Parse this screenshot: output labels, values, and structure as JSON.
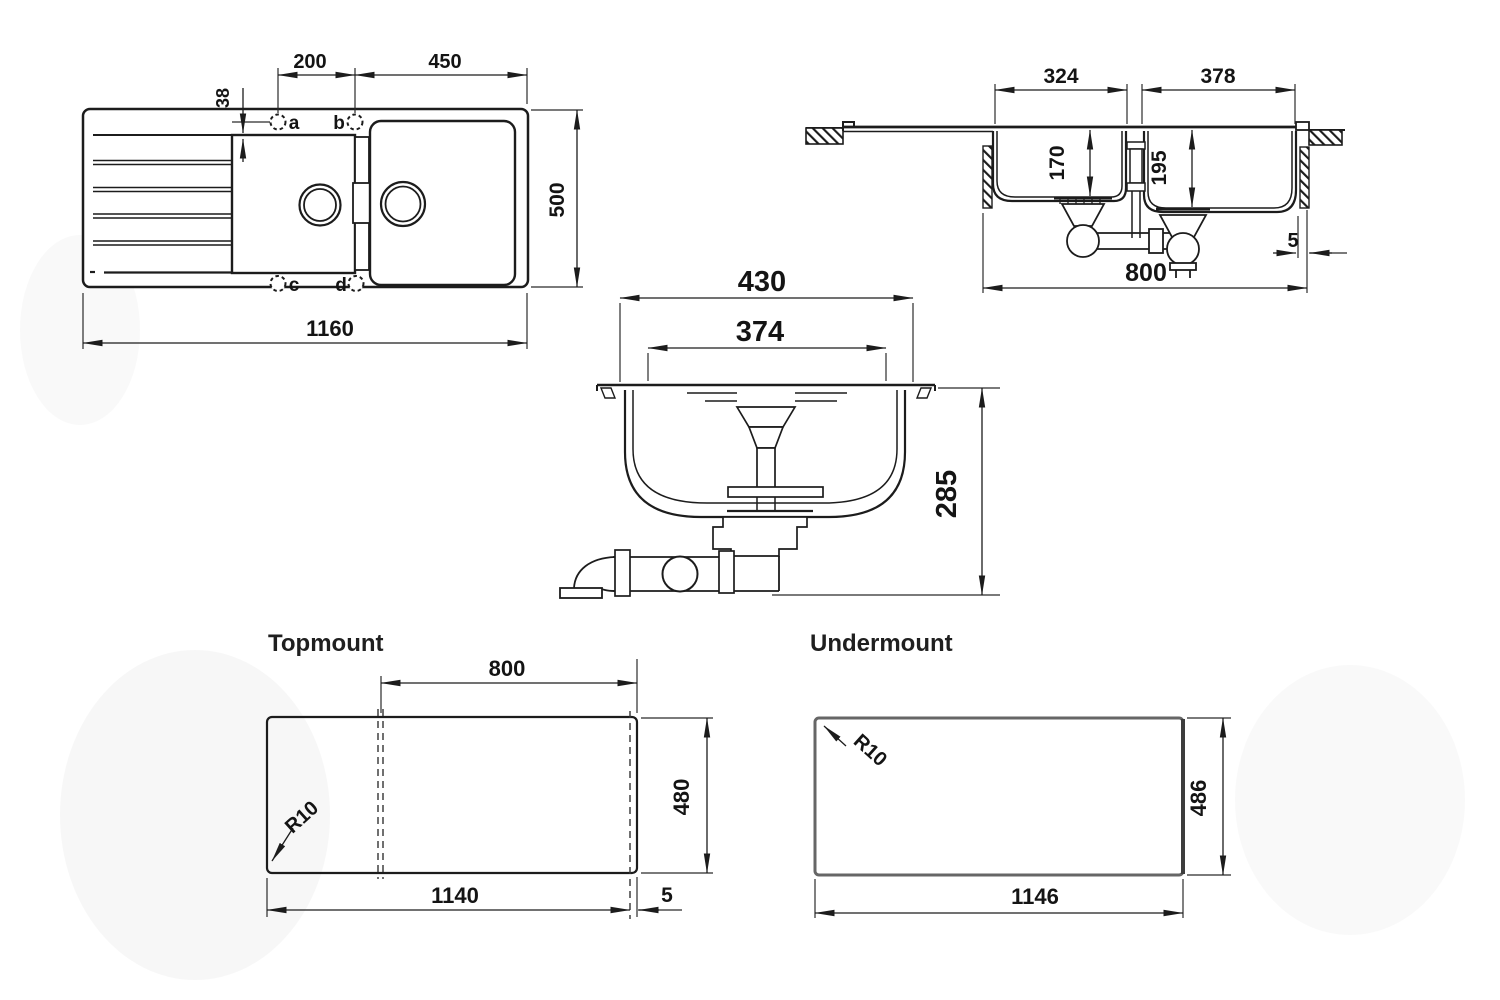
{
  "plan": {
    "dim_hole_spacing": "200",
    "dim_bowl_to_edge": "450",
    "dim_hole_offset": "38",
    "dim_height": "500",
    "dim_total_width": "1160",
    "hole_a": "a",
    "hole_b": "b",
    "hole_c": "c",
    "hole_d": "d"
  },
  "section": {
    "dim_bowl1_width": "324",
    "dim_bowl2_width": "378",
    "dim_bowl1_depth": "170",
    "dim_bowl2_depth": "195",
    "dim_base_width": "800",
    "dim_edge_gap": "5"
  },
  "bowl": {
    "dim_outer_width": "430",
    "dim_inner_width": "374",
    "dim_total_height": "285"
  },
  "topmount": {
    "title": "Topmount",
    "dim_base_span": "800",
    "dim_cutout_height": "480",
    "dim_cutout_width": "1140",
    "dim_edge_gap": "5",
    "corner_radius": "R10"
  },
  "undermount": {
    "title": "Undermount",
    "dim_cutout_height": "486",
    "dim_cutout_width": "1146",
    "corner_radius": "R10"
  }
}
